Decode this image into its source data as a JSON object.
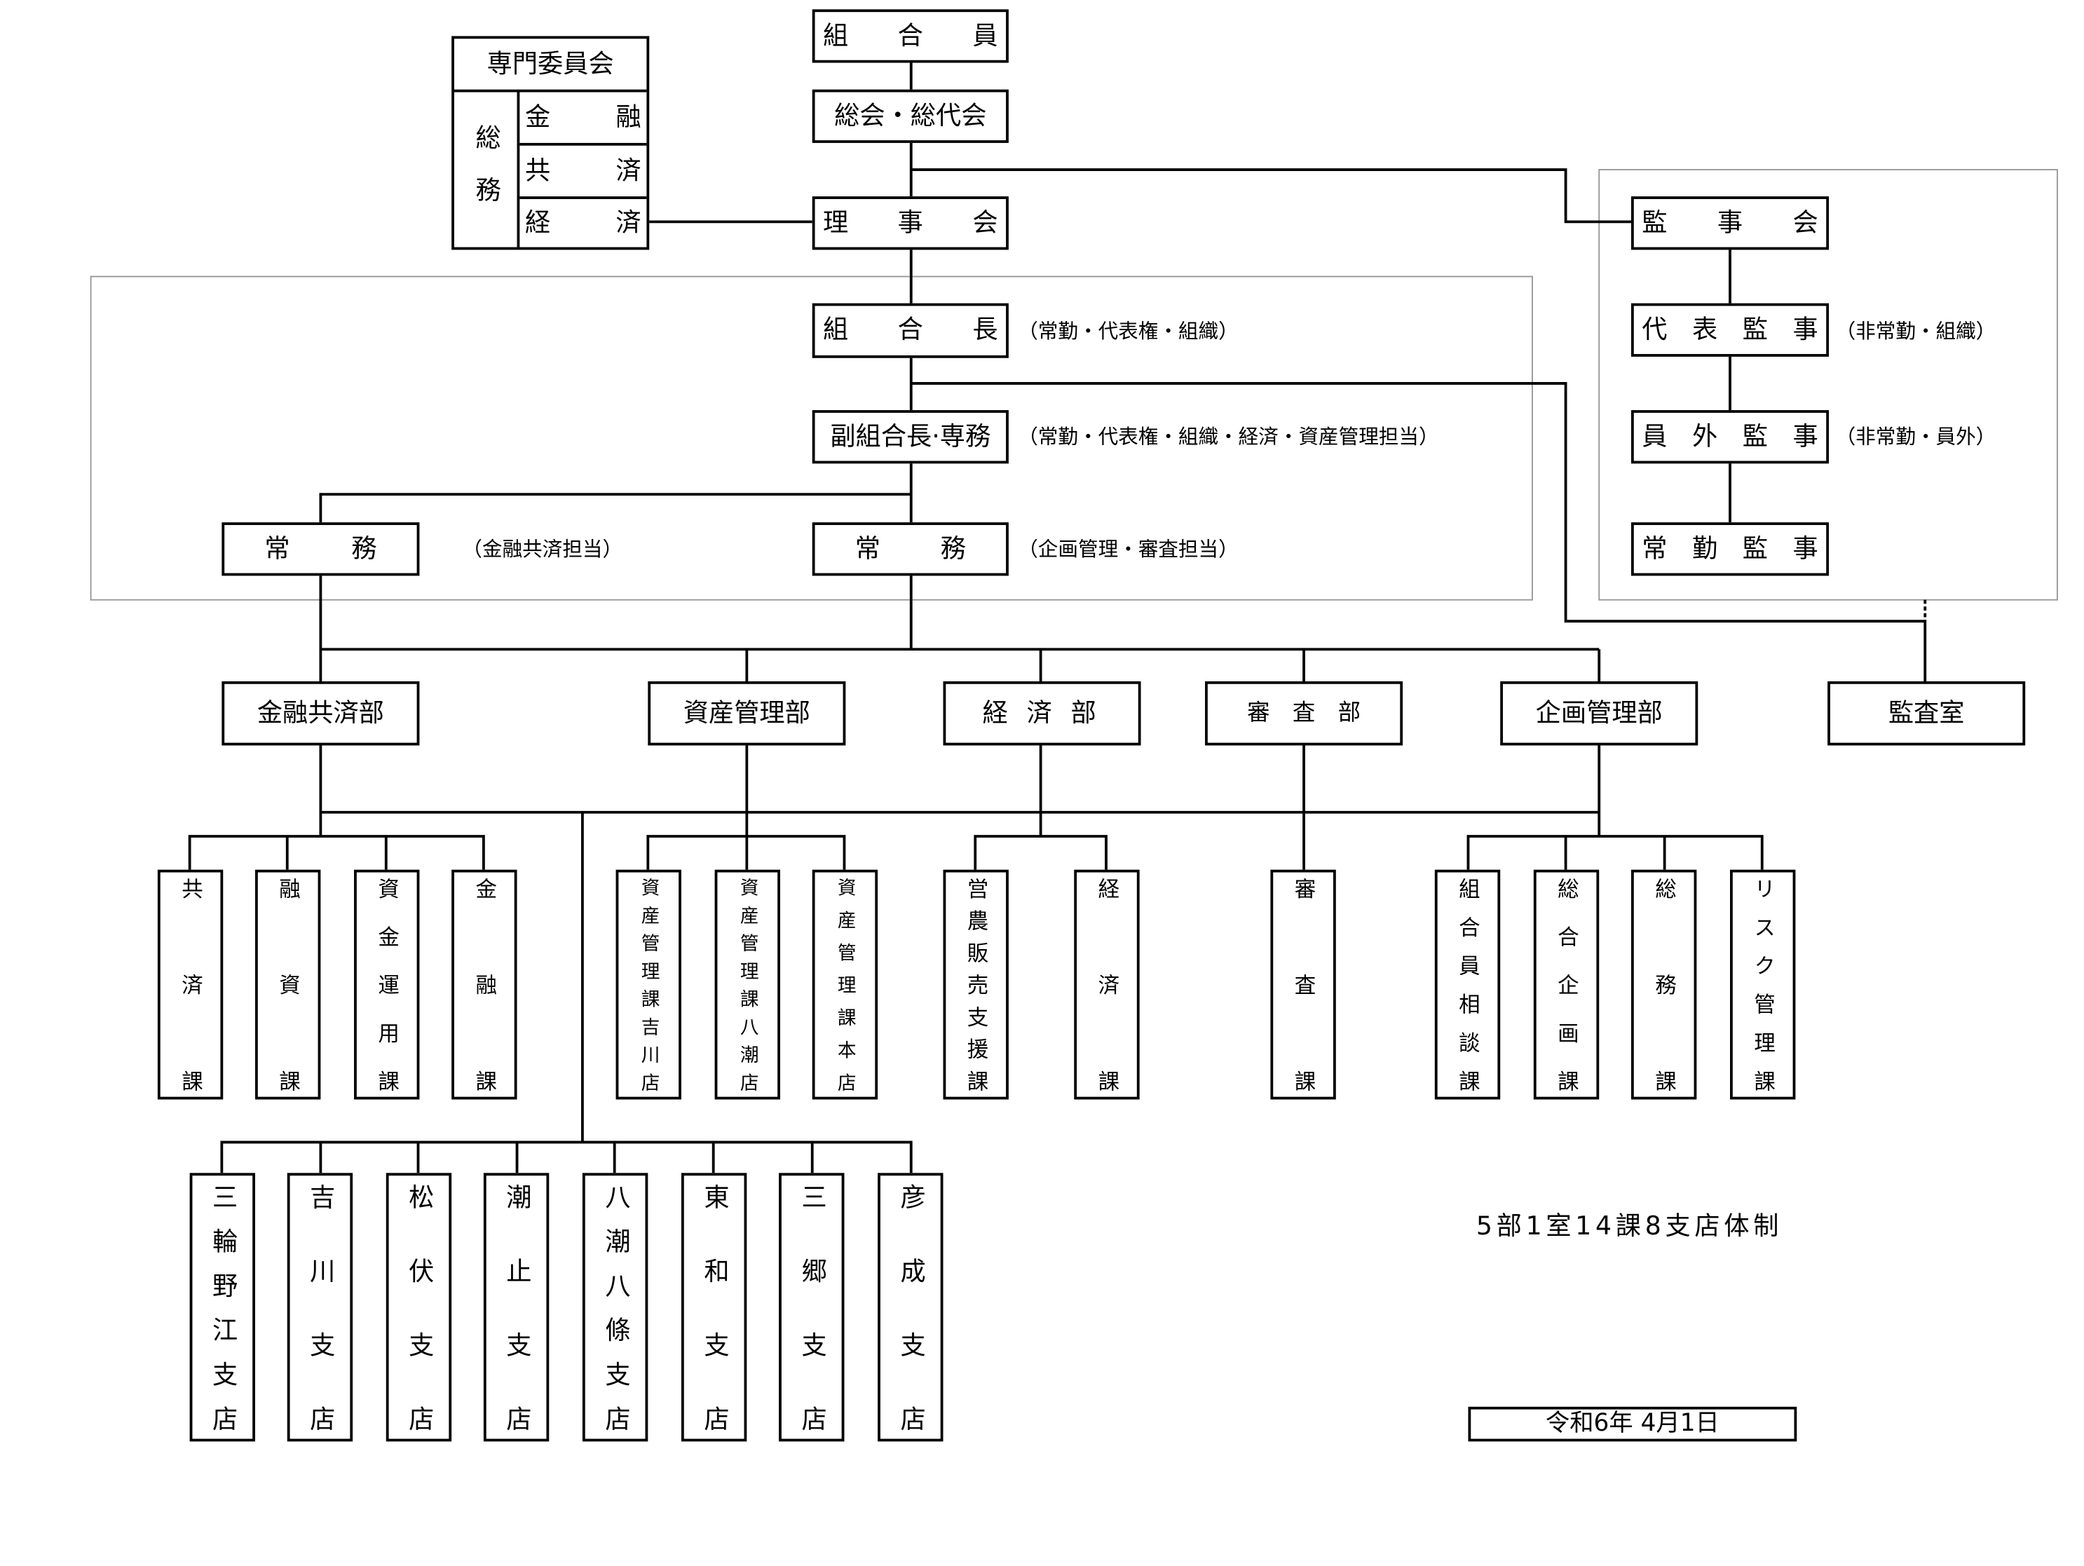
{
  "top": {
    "members": "組　合　員",
    "general_assembly": "総会・総代会",
    "board": "理　事　会"
  },
  "committee": {
    "title": "専門委員会",
    "group": "総務",
    "items": [
      "金　融",
      "共　済",
      "経　済"
    ]
  },
  "executives": {
    "president": "組　合　長",
    "president_note": "（常勤・代表権・組織）",
    "vice_president": "副組合長·専務",
    "vice_president_note": "（常勤・代表権・組織・経済・資産管理担当）",
    "managing_director_1": "常　務",
    "managing_director_1_note": "（金融共済担当）",
    "managing_director_2": "常　務",
    "managing_director_2_note": "（企画管理・審査担当）"
  },
  "auditors": {
    "board": "監　事　会",
    "representative": "代表監事",
    "representative_note": "（非常勤・組織）",
    "outside": "員外監事",
    "outside_note": "（非常勤・員外）",
    "full_time": "常勤監事"
  },
  "departments": [
    {
      "label": "金融共済部"
    },
    {
      "label": "資産管理部"
    },
    {
      "label": "経 済 部"
    },
    {
      "label": "審　査　部"
    },
    {
      "label": "企画管理部"
    },
    {
      "label": "監査室"
    }
  ],
  "sections": {
    "finance": [
      "共済課",
      "融資課",
      "資金運用課",
      "金融課"
    ],
    "asset": [
      "資産管理課吉川店",
      "資産管理課八潮店",
      "資産管理課本店"
    ],
    "economy": [
      "営農販売支援課",
      "経済課"
    ],
    "audit": [
      "審査課"
    ],
    "planning": [
      "組合員相談課",
      "総合企画課",
      "総務課",
      "リスク管理課"
    ]
  },
  "branches": [
    "三輪野江支店",
    "吉川支店",
    "松伏支店",
    "潮止支店",
    "八潮八條支店",
    "東和支店",
    "三郷支店",
    "彦成支店"
  ],
  "summary": "5部1室14課8支店体制",
  "date": "令和6年 4月1日",
  "colors": {
    "line": "#000000",
    "group_frame": "#999999"
  }
}
